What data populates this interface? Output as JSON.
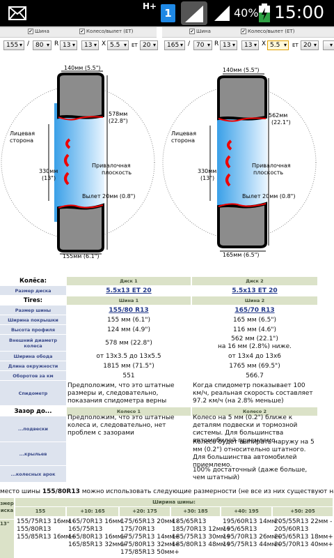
{
  "status_bar": {
    "network_type": "H+",
    "sim_number": "1",
    "battery": "40%",
    "time": "15:00"
  },
  "left": {
    "tire_check": "Шина",
    "wheel_check": "Колесо/вылет (ET)",
    "width": "155",
    "sep1": "/",
    "profile": "80",
    "r": "R",
    "rim": "13",
    "wheel_rim": "13",
    "x": "X",
    "wheel_width": "5.5",
    "et_label": "ET",
    "et": "20",
    "dims": {
      "width_top": "140мм (5.5\")",
      "diameter": "578мм",
      "diameter_in": "(22.8\")",
      "face": "Лицевая",
      "face2": "сторона",
      "rim": "330мм",
      "rim_in": "(13\")",
      "mount": "Привалочная",
      "mount2": "плоскость",
      "offset": "Вылет 20мм (0.8\")",
      "width_bottom": "155мм (6.1\")"
    }
  },
  "right": {
    "tire_check": "Шина",
    "wheel_check": "Колесо/вылет (ET)",
    "width": "165",
    "sep1": "/",
    "profile": "70",
    "r": "R",
    "rim": "13",
    "wheel_rim": "13",
    "x": "X",
    "wheel_width": "5.5",
    "et_label": "ET",
    "et": "20",
    "dims": {
      "width_top": "140мм (5.5\")",
      "diameter": "562мм",
      "diameter_in": "(22.1\")",
      "face": "Лицевая",
      "face2": "сторона",
      "rim": "330мм",
      "rim_in": "(13\")",
      "mount": "Привалочная",
      "mount2": "плоскость",
      "offset": "Вылет 20мм (0.8\")",
      "width_bottom": "165мм (6.5\")"
    }
  },
  "table": {
    "wheels_label": "Колёса:",
    "disk1": "Диск 1",
    "disk2": "Диск 2",
    "disk_size_label": "Размер диска",
    "disk_size1": "5.5x13 ET 20",
    "disk_size2": "5.5x13 ET 20",
    "tires_label": "Tires:",
    "tire1": "Шина 1",
    "tire2": "Шина 2",
    "rows": [
      {
        "label": "Размер шины",
        "v1": "155/80 R13",
        "v2": "165/70 R13"
      },
      {
        "label": "Ширина покрышки",
        "v1": "155 мм (6.1\")",
        "v2": "165 мм (6.5\")"
      },
      {
        "label": "Высота профиля",
        "v1": "124 мм (4.9\")",
        "v2": "116 мм (4.6\")"
      },
      {
        "label": "Внешний диаметр колеса",
        "v1": "578 мм (22.8\")",
        "v2": "562 мм (22.1\")",
        "v2b": "на 16 мм (2.8%) ниже."
      },
      {
        "label": "Ширина обода",
        "v1": "от 13x3.5 до 13x5.5",
        "v2": "от 13x4 до 13x6"
      },
      {
        "label": "Длина окружности",
        "v1": "1815 мм (71.5\")",
        "v2": "1765 мм (69.5\")"
      },
      {
        "label": "Оборотов за км",
        "v1": "551",
        "v2": "566.7"
      }
    ],
    "speedo_label": "Спидометр",
    "speedo1": "Предположим, что это штатные размеры и, следовательно, показания спидометра верны",
    "speedo2": "Когда спидометр показывает 100 км/ч, реальная скорость составляет 97.2 км/ч (на 2.8% меньше)",
    "gap_label": "Зазор до...",
    "wheel1": "Колесо 1",
    "wheel2": "Колесо 2",
    "gap_rows": [
      {
        "label": "...подвески",
        "v1": "Предположим, что это штатные колеса и, следовательно, нет проблем с зазорами",
        "v2": "Колесо на 5 мм (0.2\") ближе к деталям подвески и тормозной системы. Для большинства автомобилей приемлемо."
      },
      {
        "label": "...крыльев",
        "v1": "",
        "v2": "Колесо будет выпирать наружу на 5 мм (0.2\") относительно штатного. Для большинства автомобилей приемлемо."
      },
      {
        "label": "...колесных арок",
        "v1": "",
        "v2": "100% достаточный (даже больше, чем штатный)"
      }
    ]
  },
  "alt": {
    "note_pre": "место шины ",
    "note_bold": "155/80R13",
    "note_post": " можно использовать следующие размерности (не все из них существуют на самом деле):",
    "size_label": "змер",
    "size_label2": "иска",
    "widths_label": "Ширина шины:",
    "rim_label": "13\"",
    "cols": [
      {
        "head": "155",
        "items": [
          "155/75R13 16мм -",
          "155/80R13",
          "155/85R13 16мм+"
        ]
      },
      {
        "head": "+10: 165",
        "items": [
          "165/70R13 16мм -",
          "165/75R13",
          "165/80R13 16мм+",
          "165/85R13 32мм+"
        ]
      },
      {
        "head": "+20: 175",
        "items": [
          "175/65R13 20мм -",
          "175/70R13",
          "175/75R13 14мм+",
          "175/80R13 32мм+",
          "175/85R13 50мм+"
        ]
      },
      {
        "head": "+30: 185",
        "items": [
          "185/65R13",
          "185/70R13 12мм+",
          "185/75R13 30мм+",
          "185/80R13 48мм+"
        ]
      },
      {
        "head": "+40: 195",
        "items": [
          "195/60R13 14мм -",
          "195/65R13",
          "195/70R13 26мм+",
          "195/75R13 44мм+"
        ]
      },
      {
        "head": "+50: 205",
        "items": [
          "205/55R13 22мм -",
          "205/60R13",
          "205/65R13 18мм+",
          "205/70R13 40мм+"
        ]
      }
    ]
  }
}
